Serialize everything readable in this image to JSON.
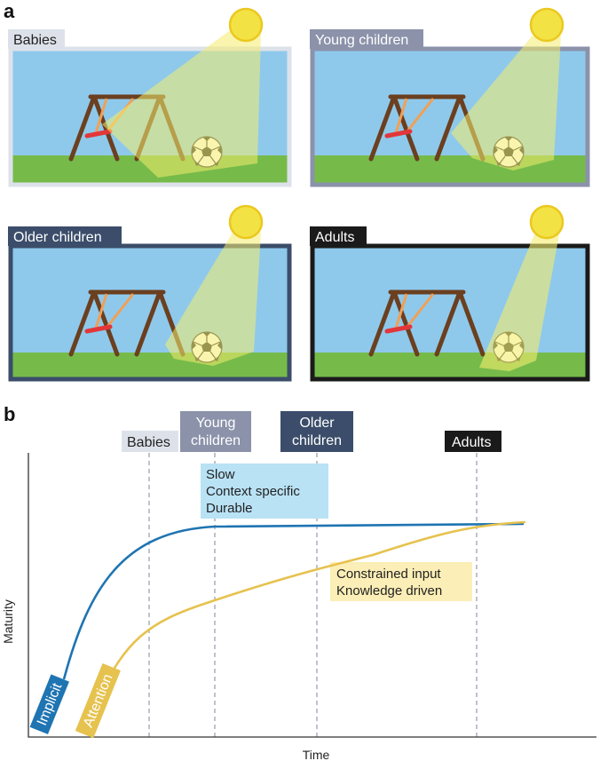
{
  "panel_a": {
    "label": "a",
    "scenes": [
      {
        "key": "babies",
        "title": "Babies"
      },
      {
        "key": "young",
        "title": "Young children"
      },
      {
        "key": "older",
        "title": "Older children"
      },
      {
        "key": "adults",
        "title": "Adults"
      }
    ]
  },
  "panel_b": {
    "label": "b",
    "stage_labels": {
      "babies": "Babies",
      "young_line1": "Young",
      "young_line2": "children",
      "older_line1": "Older",
      "older_line2": "children",
      "adults": "Adults"
    },
    "implicit_box": [
      "Slow",
      "Context specific",
      "Durable"
    ],
    "attention_box": [
      "Constrained input",
      "Knowledge driven"
    ],
    "curve_labels": {
      "implicit": "Implicit",
      "attention": "Attention"
    },
    "y_axis": "Maturity",
    "x_axis": "Time"
  },
  "colors": {
    "sky": "#8ec9ec",
    "grass": "#76bb4a",
    "sun": "#f3e244",
    "babies_frame": "#dde2ea",
    "young_frame": "#8b92aa",
    "older_frame": "#3b4d6a",
    "adults_frame": "#1b1a1a",
    "implicit_curve": "#1f74b2",
    "attention_curve": "#e6c24e",
    "implicit_box": "#b9e2f5",
    "attention_box": "#fbeeb6"
  }
}
